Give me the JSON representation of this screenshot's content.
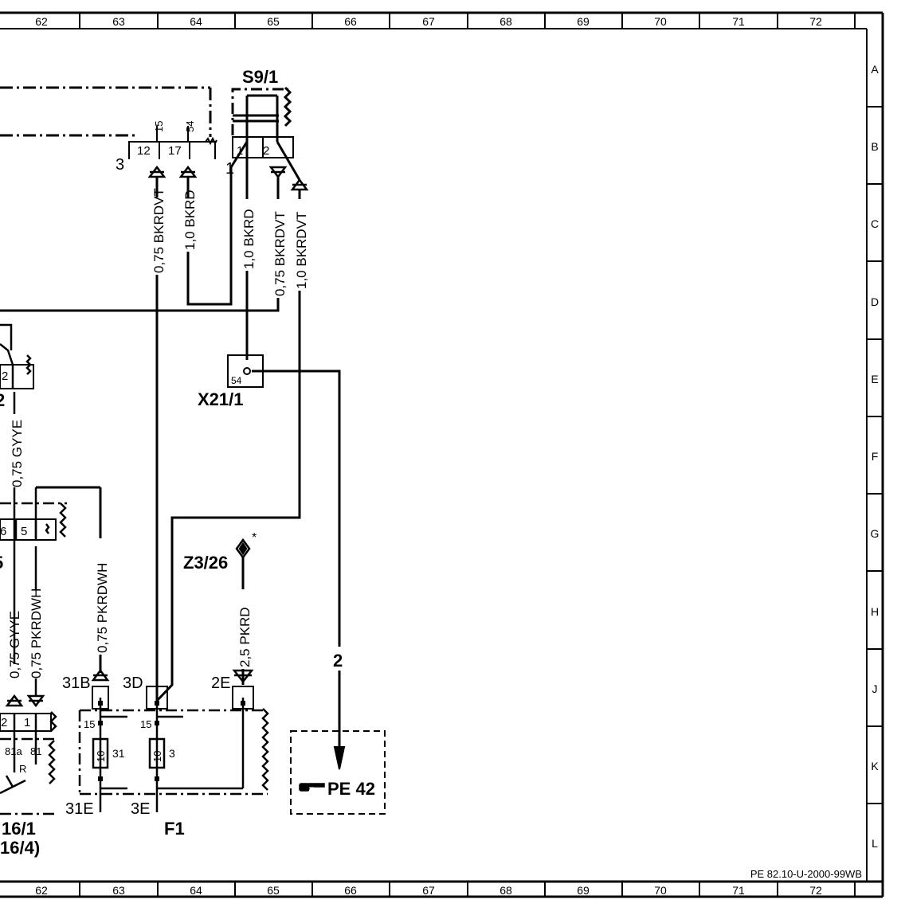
{
  "sheet": {
    "columns": [
      "62",
      "63",
      "64",
      "65",
      "66",
      "67",
      "68",
      "69",
      "70",
      "71",
      "72"
    ],
    "rows": [
      "A",
      "B",
      "C",
      "D",
      "E",
      "F",
      "G",
      "H",
      "J",
      "K",
      "L"
    ],
    "document_id": "PE 82.10-U-2000-99WB"
  },
  "components": {
    "s9_1": "S9/1",
    "x21_1": "X21/1",
    "z3_26": "Z3/26",
    "z3_26_note": "*",
    "f1": "F1",
    "n16_1_a": "16/1",
    "n16_1_b": "16/4)",
    "partial_top_left": "2",
    "partial_mid_left": "5"
  },
  "pins": {
    "conn3": "3",
    "pin12": "12",
    "pin17": "17",
    "pin15": "15",
    "pin54": "54",
    "s9_pin1": "1",
    "s9_pin2": "2",
    "s9_pin1_out": "1",
    "x21_pin54": "54",
    "left_pin2": "2",
    "g_pin6": "6",
    "g_pin5": "5",
    "j_pin2": "2",
    "j_pin1": "1",
    "k_81a": "81a",
    "k_81": "81",
    "k_r": "R",
    "f1_31b": "31B",
    "f1_3d": "3D",
    "f1_2e": "2E",
    "f1_15a": "15",
    "f1_15b": "15",
    "f1_fuse1": "10",
    "f1_fuse2": "10",
    "f1_31": "31",
    "f1_3": "3",
    "f1_31e": "31E",
    "f1_3e": "3E"
  },
  "wires": {
    "w1": "0,75  BKRDVT",
    "w2": "1,0  BKRD",
    "w3": "1,0  BKRD",
    "w4": "0,75  BKRDVT",
    "w5": "1,0  BKRDVT",
    "w6": "0,75  GYYE",
    "w7": "0,75  PKRDWH",
    "w8": "0,75  GYYE",
    "w9": "0,75  PKRDWH",
    "w10": "2,5  PKRD"
  },
  "reference": {
    "arrow_number": "2",
    "icon": "pointing-hand-icon",
    "target": "PE 42"
  }
}
